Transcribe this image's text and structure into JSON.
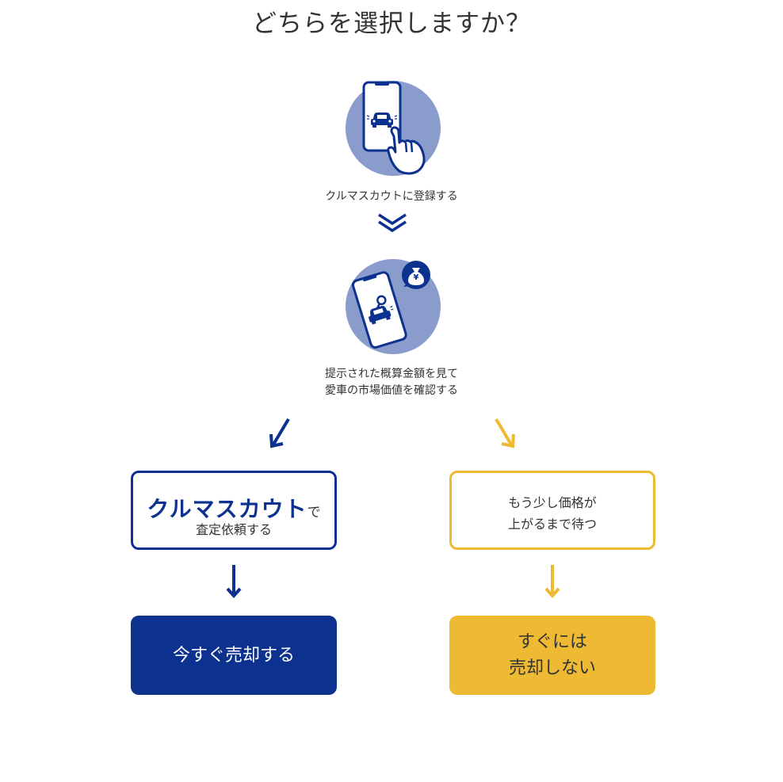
{
  "title": "どちらを選択しますか？",
  "steps": [
    {
      "label_lines": [
        "クルマスカウトに登録する"
      ]
    },
    {
      "label_lines": [
        "提示された概算金額を見て",
        "愛車の市場価値を確認する"
      ],
      "badge": "¥"
    }
  ],
  "colors": {
    "navy": "#0c318e",
    "circle": "#8a9ccb",
    "yellow": "#eeb933",
    "text": "#333333"
  },
  "left_branch": {
    "brand": "クルマスカウト",
    "brand_suffix": "で",
    "subtitle": "査定依頼する",
    "action_lines": [
      "今すぐ売却する"
    ]
  },
  "right_branch": {
    "text_lines": [
      "もう少し価格が",
      "上がるまで待つ"
    ],
    "action_lines": [
      "すぐには",
      "売却しない"
    ]
  },
  "icons": [
    "phone-tap-icon",
    "double-chevron-down-icon",
    "phone-car-search-icon",
    "money-bag-icon",
    "arrow-down-left-icon",
    "arrow-down-right-icon",
    "arrow-down-icon"
  ]
}
